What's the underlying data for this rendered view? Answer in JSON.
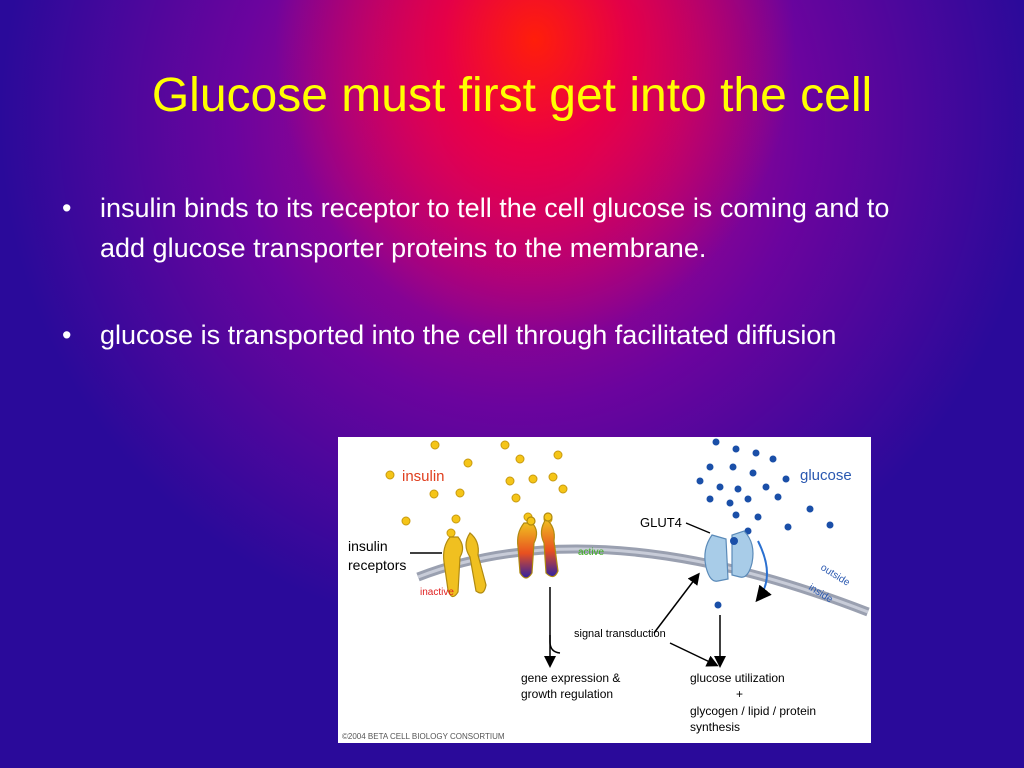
{
  "slide": {
    "title": "Glucose must first get into the cell",
    "bullets": [
      {
        "marker": "•",
        "text": "insulin binds to its receptor to tell the cell glucose is coming and to add glucose transporter proteins to the membrane."
      },
      {
        "marker": "•",
        "text": "glucose is transported into the cell through facilitated diffusion"
      }
    ]
  },
  "figure": {
    "labels": {
      "insulin": "insulin",
      "receptors_line1": "insulin",
      "receptors_line2": "receptors",
      "inactive": "inactive",
      "active": "active",
      "glut4": "GLUT4",
      "glucose": "glucose",
      "outside": "outside",
      "inside": "inside",
      "signal": "signal transduction",
      "gene_line1": "gene expression &",
      "gene_line2": "growth regulation",
      "util_line1": "glucose utilization",
      "util_plus": "+",
      "util_line2": "glycogen / lipid / protein",
      "util_line3": "synthesis",
      "copyright": "©2004 BETA CELL BIOLOGY CONSORTIUM"
    },
    "colors": {
      "insulin_dot": "#f5c518",
      "insulin_text": "#e04020",
      "glucose_dot": "#1a4fa8",
      "glucose_text": "#2a58b0",
      "receptor": "#f0c020",
      "active_text": "#40b020",
      "glut4": "#a8cce8",
      "membrane": "#9aa0b0"
    }
  }
}
